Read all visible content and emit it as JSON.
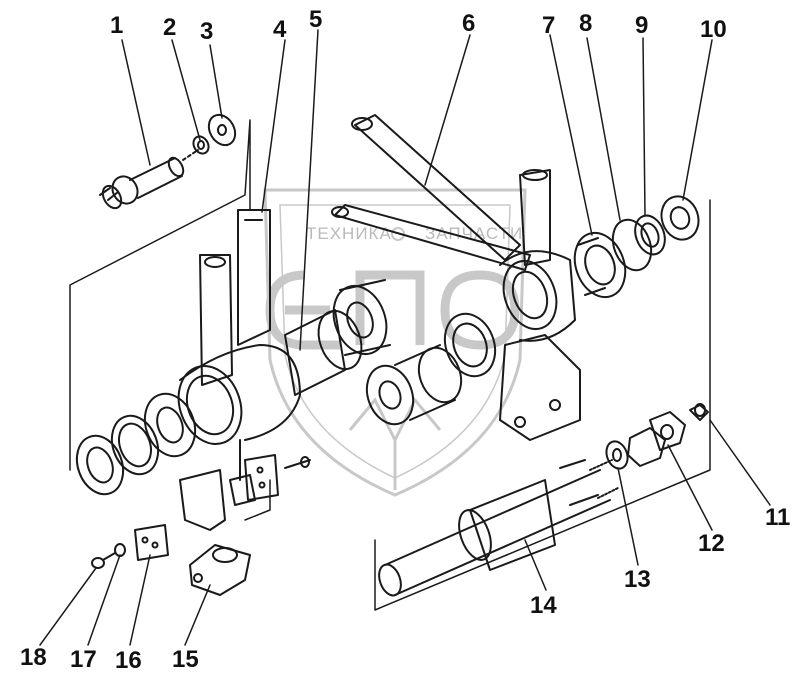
{
  "watermark": {
    "left_text": "ТЕХНИКА",
    "right_text": "ЗАПЧАСТИ",
    "letters": "ЭПО",
    "color": "#c8c8c8"
  },
  "diagram": {
    "ink_color": "#1a1a1a",
    "parts": [
      {
        "n": "1"
      },
      {
        "n": "2"
      },
      {
        "n": "3"
      },
      {
        "n": "4"
      },
      {
        "n": "5"
      },
      {
        "n": "6"
      },
      {
        "n": "7"
      },
      {
        "n": "8"
      },
      {
        "n": "9"
      },
      {
        "n": "10"
      },
      {
        "n": "11"
      },
      {
        "n": "12"
      },
      {
        "n": "13"
      },
      {
        "n": "14"
      },
      {
        "n": "15"
      },
      {
        "n": "16"
      },
      {
        "n": "17"
      },
      {
        "n": "18"
      }
    ]
  }
}
